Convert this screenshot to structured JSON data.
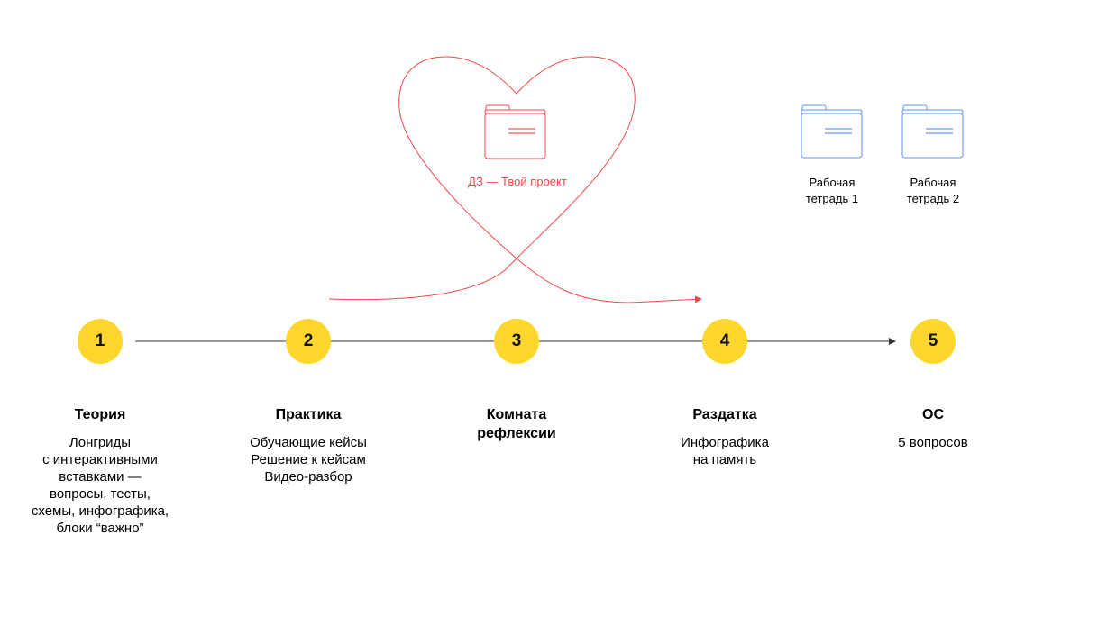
{
  "homework": {
    "label": "ДЗ — Твой проект",
    "color": "#F0474C"
  },
  "workbooks": [
    {
      "label": "Рабочая\nтетрадь 1"
    },
    {
      "label": "Рабочая\nтетрадь 2"
    }
  ],
  "steps": [
    {
      "number": "1",
      "title": "Теория",
      "description": "Лонгриды\nс интерактивными\nвставками —\nвопросы, тесты,\nсхемы, инфографика,\nблоки “важно”"
    },
    {
      "number": "2",
      "title": "Практика",
      "description": "Обучающие кейсы\nРешение к кейсам\nВидео-разбор"
    },
    {
      "number": "3",
      "title": "Комната\nрефлексии",
      "description": ""
    },
    {
      "number": "4",
      "title": "Раздатка",
      "description": "Инфографика\nна память"
    },
    {
      "number": "5",
      "title": "ОС",
      "description": "5 вопросов"
    }
  ],
  "colors": {
    "accent": "#FFD62E",
    "heart": "#F0474C",
    "folder_blue": "#5B93F0"
  }
}
